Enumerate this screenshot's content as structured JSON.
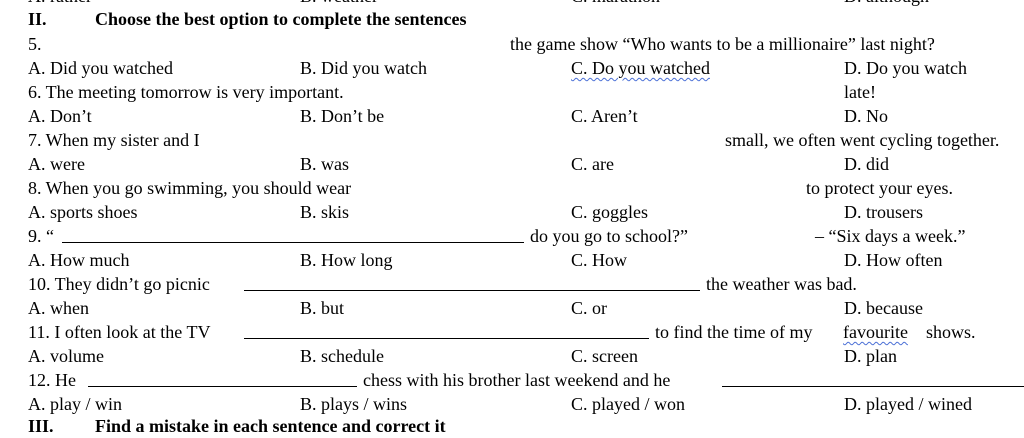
{
  "top_fragment": {
    "a": "A. rather",
    "b": "B. weather",
    "c": "C. marathon",
    "d": "D. although"
  },
  "section": {
    "number": "II.",
    "title": "Choose the best option to complete the sentences"
  },
  "questions": [
    {
      "num_text": "5.",
      "text_after": "the game show “Who wants to be a millionaire” last night?",
      "options": [
        "A. Did you watched",
        "B. Did you watch",
        "C. Do you watched",
        "D. Do you watch"
      ]
    },
    {
      "text_before": "6. The meeting tomorrow is very important.",
      "text_after": "late!",
      "options": [
        "A. Don’t",
        "B. Don’t be",
        "C. Aren’t",
        "D. No"
      ]
    },
    {
      "text_before": "7. When my sister and I",
      "text_after": "small, we often went cycling together.",
      "options": [
        "A. were",
        "B. was",
        "C. are",
        "D. did"
      ]
    },
    {
      "text_before": "8. When you go swimming, you should wear",
      "text_after": "to protect your eyes.",
      "options": [
        "A. sports shoes",
        "B. skis",
        "C. goggles",
        "D. trousers"
      ]
    },
    {
      "text_before": "9. “",
      "text_middle": "do you go to school?”",
      "text_after": "– “Six days a week.”",
      "options": [
        "A. How much",
        "B. How long",
        "C. How",
        "D. How often"
      ]
    },
    {
      "text_before": "10. They didn’t go picnic",
      "text_after": "the weather was bad.",
      "options": [
        "A. when",
        "B. but",
        "C. or",
        "D. because"
      ]
    },
    {
      "text_before": "11. I often look at the TV",
      "text_after_1": "to find the time of my",
      "text_after_2": "favourite",
      "text_after_3": "shows.",
      "options": [
        "A. volume",
        "B. schedule",
        "C. screen",
        "D. plan"
      ]
    },
    {
      "text_before": "12. He",
      "text_middle": "chess with his brother last weekend and he",
      "options": [
        "A. play / win",
        "B. plays / wins",
        "C. played / won",
        "D. played / wined"
      ]
    }
  ],
  "next_section": {
    "number": "III.",
    "title": "Find a mistake in each sentence and correct it"
  }
}
